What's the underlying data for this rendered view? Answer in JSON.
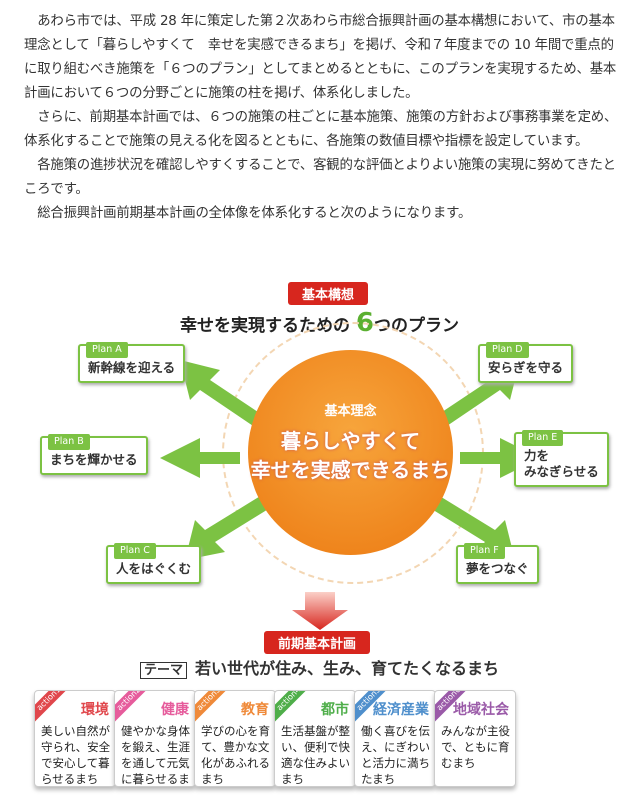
{
  "intro": {
    "lines": [
      "　あわら市では、平成 28 年に策定した第２次あわら市総合振興計画の基本構想において、市の基本",
      "理念として「暮らしやすくて　幸せを実感できるまち」を掲げ、令和７年度までの 10 年間で重点的",
      "に取り組むべき施策を「６つのプラン」としてまとめるとともに、このプランを実現するため、基本",
      "計画において６つの分野ごとに施策の柱を掲げ、体系化しました。",
      "　さらに、前期基本計画では、６つの施策の柱ごとに基本施策、施策の方針および事務事業を定め、",
      "体系化することで施策の見える化を図るとともに、各施策の数値目標や指標を設定しています。",
      "　各施策の進捗状況を確認しやすくすることで、客観的な評価とよりよい施策の実現に努めてきたと",
      "ころです。",
      "　総合振興計画前期基本計画の全体像を体系化すると次のようになります。"
    ]
  },
  "diagram": {
    "vision_tag": "基本構想",
    "title_pre": "幸せを実現するための ",
    "title_num": "6",
    "title_post": "つのプラン",
    "core_label": "基本理念",
    "core_line1": "暮らしやすくて",
    "core_line2": "幸せを実感できるまち",
    "plans": [
      {
        "tag": "Plan A",
        "text": "新幹線を迎える"
      },
      {
        "tag": "Plan B",
        "text": "まちを輝かせる"
      },
      {
        "tag": "Plan C",
        "text": "人をはぐくむ"
      },
      {
        "tag": "Plan D",
        "text": "安らぎを守る"
      },
      {
        "tag": "Plan E",
        "text": "力を\nみなぎらせる"
      },
      {
        "tag": "Plan F",
        "text": "夢をつなぐ"
      }
    ],
    "plan_tag": "前期基本計画",
    "theme_label": "テーマ",
    "theme": "若い世代が住み、生み、育てたくなるまち",
    "actions": [
      {
        "tag": "action1",
        "title": "環境",
        "text": "美しい自然が守られ、安全で安心して暮らせるまち",
        "color": "#e0474c"
      },
      {
        "tag": "action2",
        "title": "健康",
        "text": "健やかな身体を鍛え、生涯を通して元気に暮らせるまち",
        "color": "#e65c9c"
      },
      {
        "tag": "action3",
        "title": "教育",
        "text": "学びの心を育て、豊かな文化があふれるまち",
        "color": "#ef8a3a"
      },
      {
        "tag": "action4",
        "title": "都市",
        "text": "生活基盤が整い、便利で快適な住みよいまち",
        "color": "#4fae4a"
      },
      {
        "tag": "action5",
        "title": "経済産業",
        "text": "働く喜びを伝え、にぎわいと活力に満ちたまち",
        "color": "#4f8fcc"
      },
      {
        "tag": "action6",
        "title": "地域社会",
        "text": "みんなが主役で、ともに育むまち",
        "color": "#9a5aa8"
      }
    ]
  }
}
